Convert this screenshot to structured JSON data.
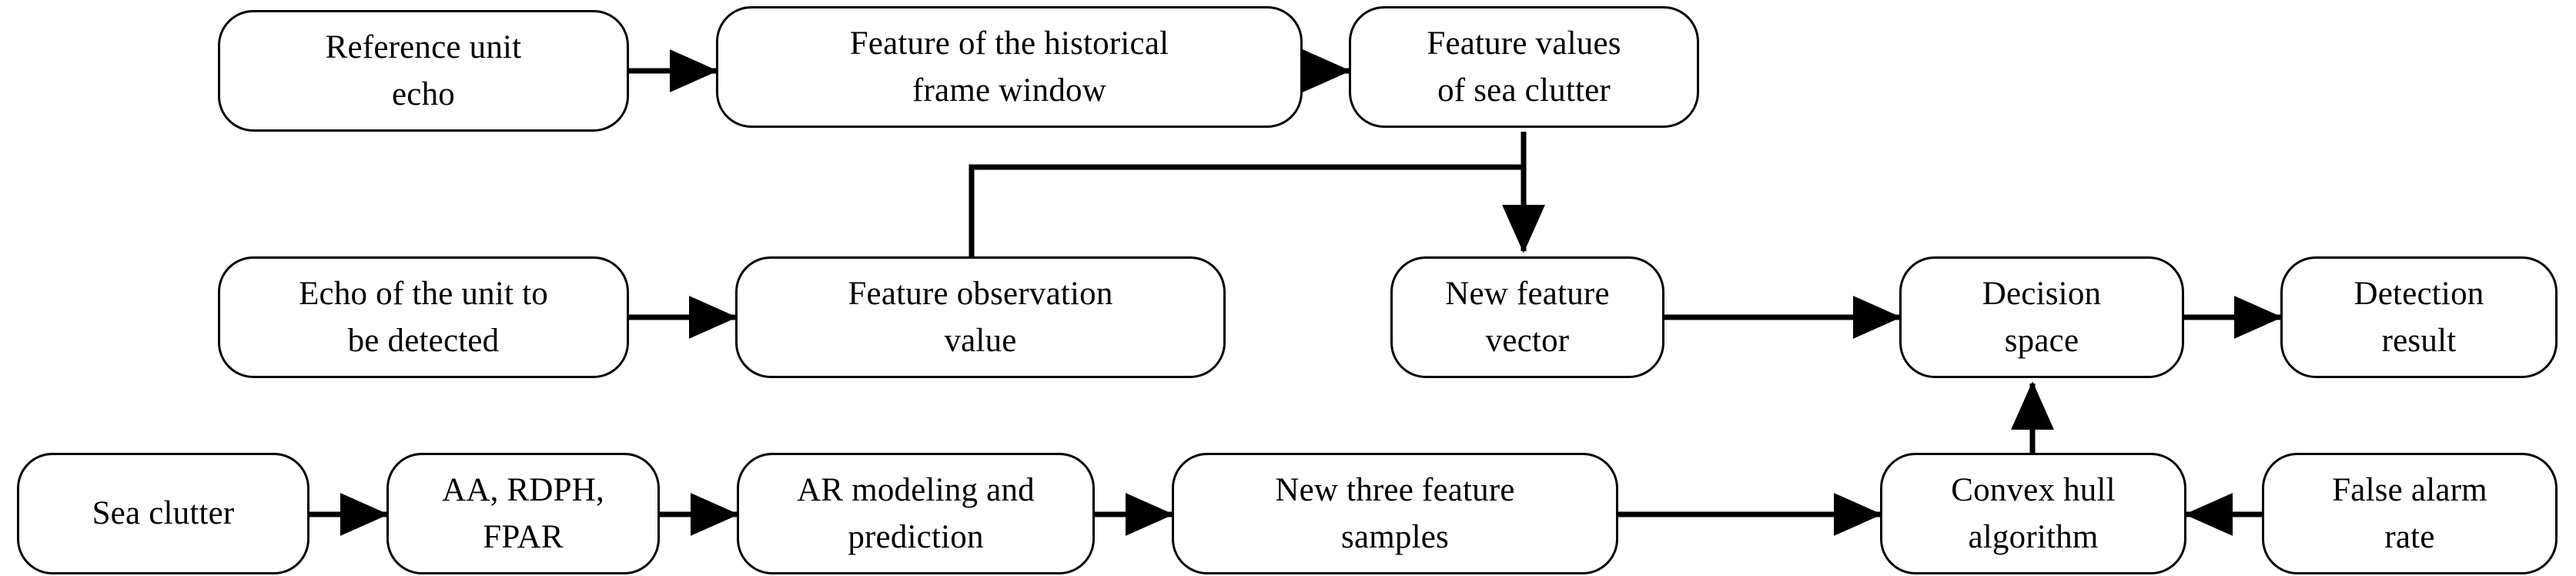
{
  "diagram": {
    "title": "Sea clutter feature detection flowchart",
    "background_color": "#ffffff",
    "line_color": "#000000",
    "text_color": "#000000"
  },
  "nodes": [
    {
      "id": "reference-unit-echo",
      "label": "Reference unit\necho",
      "row": 1
    },
    {
      "id": "feature-historical-frame-window",
      "label": "Feature of the historical\nframe window",
      "row": 1
    },
    {
      "id": "feature-values-sea-clutter",
      "label": "Feature values\nof sea clutter",
      "row": 1
    },
    {
      "id": "echo-unit-to-be-detected",
      "label": "Echo of the unit to\nbe detected",
      "row": 2
    },
    {
      "id": "feature-observation-value",
      "label": "Feature observation\nvalue",
      "row": 2
    },
    {
      "id": "new-feature-vector",
      "label": "New feature\nvector",
      "row": 2
    },
    {
      "id": "decision-space",
      "label": "Decision\nspace",
      "row": 2
    },
    {
      "id": "detection-result",
      "label": "Detection\nresult",
      "row": 2
    },
    {
      "id": "sea-clutter",
      "label": "Sea clutter",
      "row": 3
    },
    {
      "id": "aa-rdph-fpar",
      "label": "AA,  RDPH,\nFPAR",
      "row": 3
    },
    {
      "id": "ar-modeling-prediction",
      "label": "AR modeling and\nprediction",
      "row": 3
    },
    {
      "id": "new-three-feature-samples",
      "label": "New three feature\nsamples",
      "row": 3
    },
    {
      "id": "convex-hull-algorithm",
      "label": "Convex hull\nalgorithm",
      "row": 3
    },
    {
      "id": "false-alarm-rate",
      "label": "False alarm\nrate",
      "row": 3
    }
  ],
  "edges": [
    {
      "from": "reference-unit-echo",
      "to": "feature-historical-frame-window",
      "kind": "arrow-right"
    },
    {
      "from": "feature-historical-frame-window",
      "to": "feature-values-sea-clutter",
      "kind": "arrow-right"
    },
    {
      "from": "feature-values-sea-clutter",
      "to": "new-feature-vector",
      "kind": "arrow-down"
    },
    {
      "from": "feature-values-sea-clutter",
      "to": "feature-observation-value",
      "kind": "elbow-down-left-plain"
    },
    {
      "from": "echo-unit-to-be-detected",
      "to": "feature-observation-value",
      "kind": "arrow-right"
    },
    {
      "from": "new-feature-vector",
      "to": "decision-space",
      "kind": "arrow-right"
    },
    {
      "from": "decision-space",
      "to": "detection-result",
      "kind": "arrow-right"
    },
    {
      "from": "sea-clutter",
      "to": "aa-rdph-fpar",
      "kind": "arrow-right"
    },
    {
      "from": "aa-rdph-fpar",
      "to": "ar-modeling-prediction",
      "kind": "arrow-right"
    },
    {
      "from": "ar-modeling-prediction",
      "to": "new-three-feature-samples",
      "kind": "arrow-right"
    },
    {
      "from": "new-three-feature-samples",
      "to": "convex-hull-algorithm",
      "kind": "arrow-right"
    },
    {
      "from": "false-alarm-rate",
      "to": "convex-hull-algorithm",
      "kind": "arrow-left"
    },
    {
      "from": "convex-hull-algorithm",
      "to": "decision-space",
      "kind": "arrow-up"
    }
  ]
}
